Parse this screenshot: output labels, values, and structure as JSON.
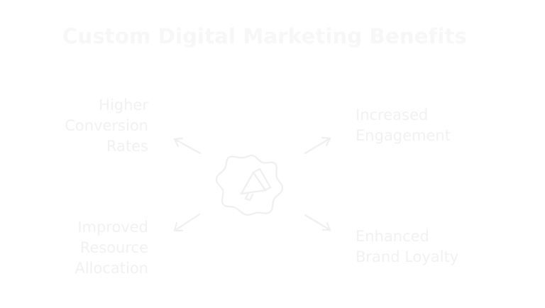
{
  "title": "Custom Digital Marketing Benefits",
  "benefits": {
    "top_left": {
      "lines": [
        "Higher",
        "Conversion",
        "Rates"
      ]
    },
    "top_right": {
      "lines": [
        "Increased",
        "Engagement"
      ]
    },
    "bottom_left": {
      "lines": [
        "Improved",
        "Resource",
        "Allocation"
      ]
    },
    "bottom_right": {
      "lines": [
        "Enhanced",
        "Brand Loyalty"
      ]
    }
  },
  "center_icon": "megaphone-gear-icon",
  "colors": {
    "title": "#f7f7f7",
    "label": "#f1f1f1",
    "stroke": "#efefef"
  }
}
